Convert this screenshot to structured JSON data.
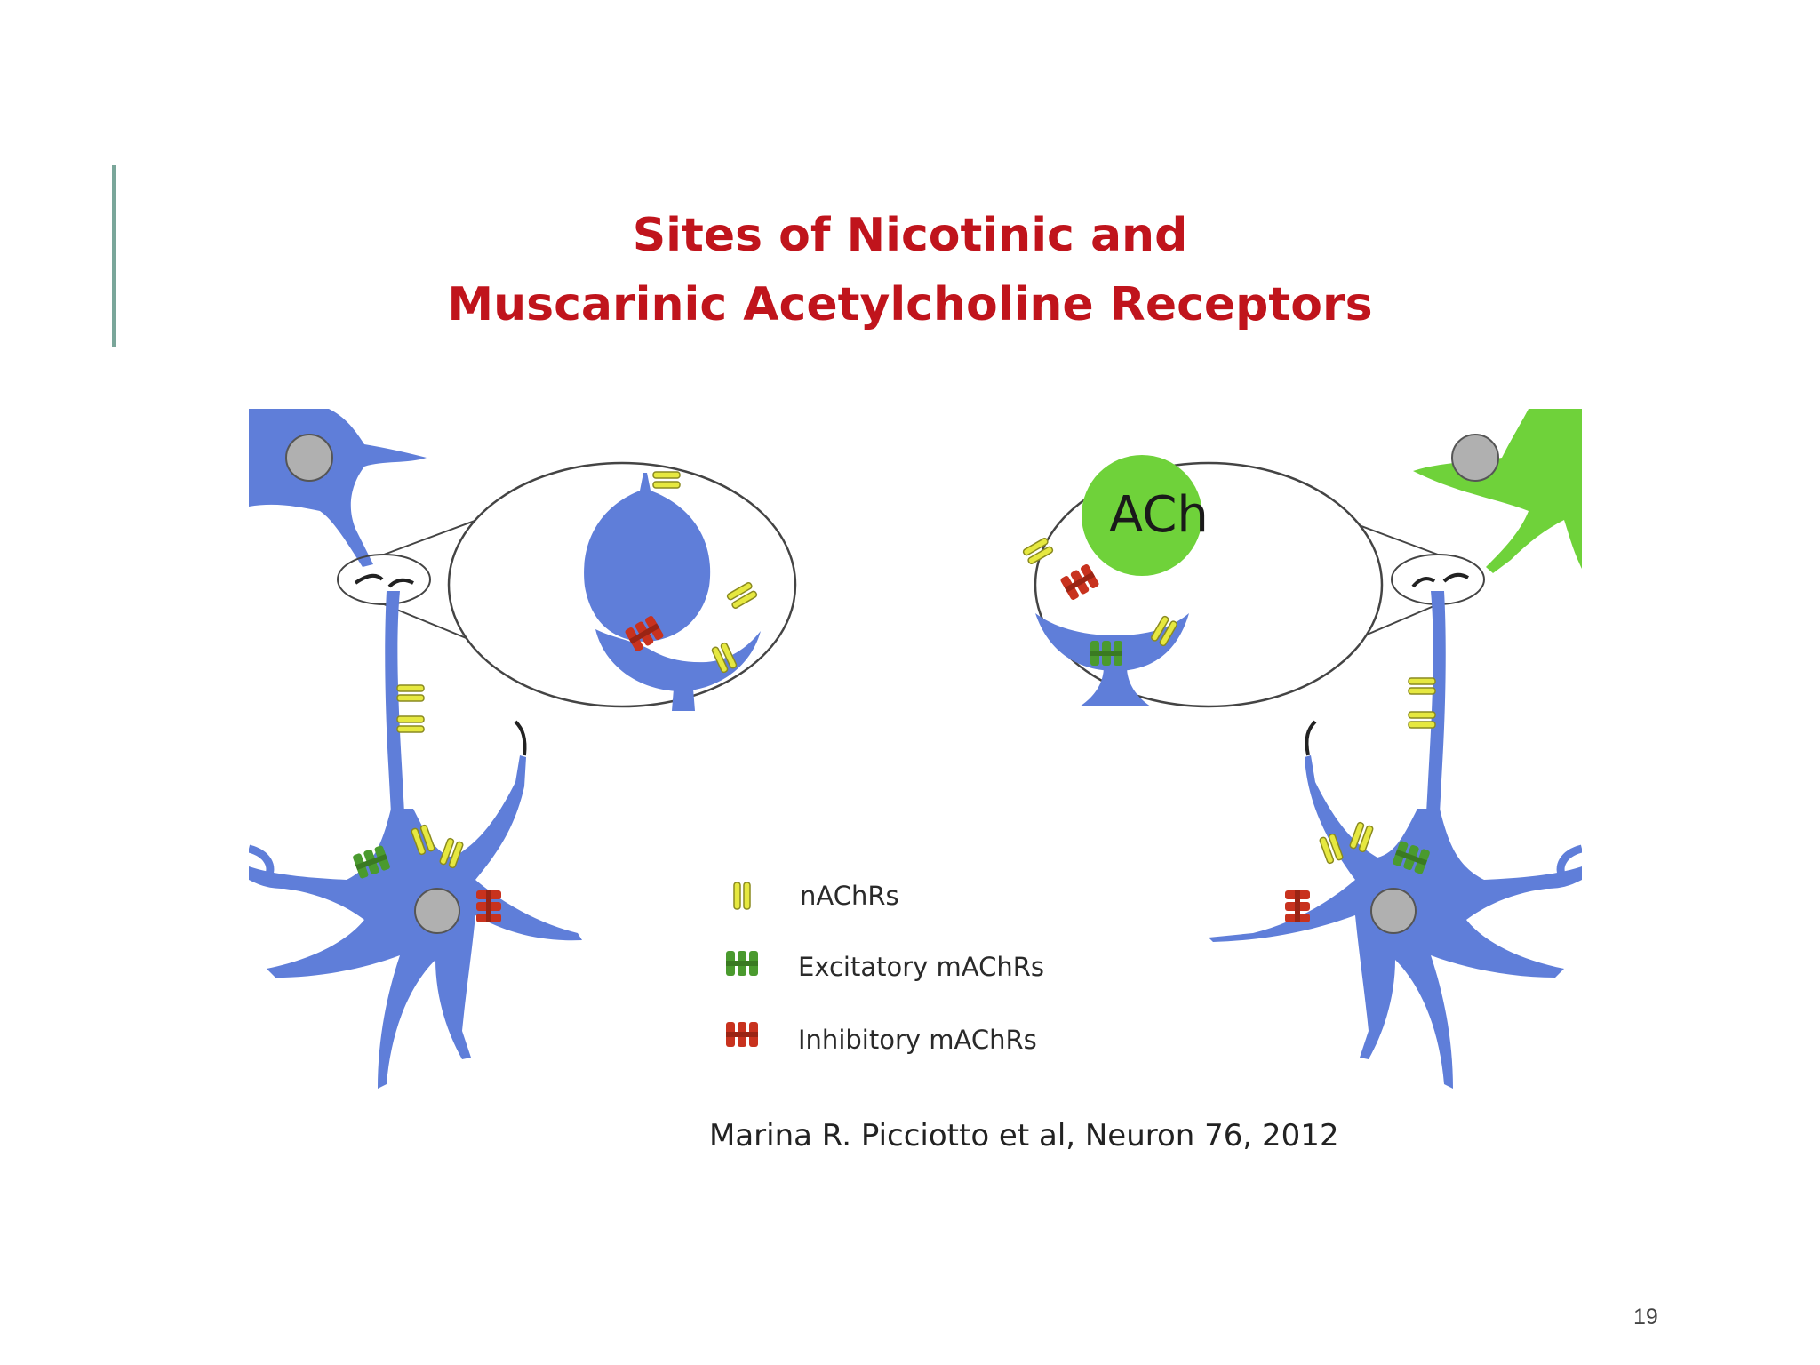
{
  "slide": {
    "title_line1": "Sites of Nicotinic and",
    "title_line2": "Muscarinic Acetylcholine Receptors",
    "citation": "Marina R. Picciotto et al, Neuron 76, 2012",
    "page_number": "19"
  },
  "figure": {
    "vesicle_label": "ACh",
    "legend": [
      {
        "label": "nAChRs",
        "icon": "nachr-receptor-icon",
        "color": "#e6e840"
      },
      {
        "label": "Excitatory mAChRs",
        "icon": "excitatory-machr-icon",
        "color": "#4a9a2e"
      },
      {
        "label": "Inhibitory mAChRs",
        "icon": "inhibitory-machr-icon",
        "color": "#c8321e"
      }
    ]
  },
  "colors": {
    "title": "#c0141c",
    "neuron_blue": "#5f7ed9",
    "neuron_green": "#6fd23a",
    "nucleus_gray": "#b0b0b0",
    "accent_bar": "#7aa69a"
  }
}
